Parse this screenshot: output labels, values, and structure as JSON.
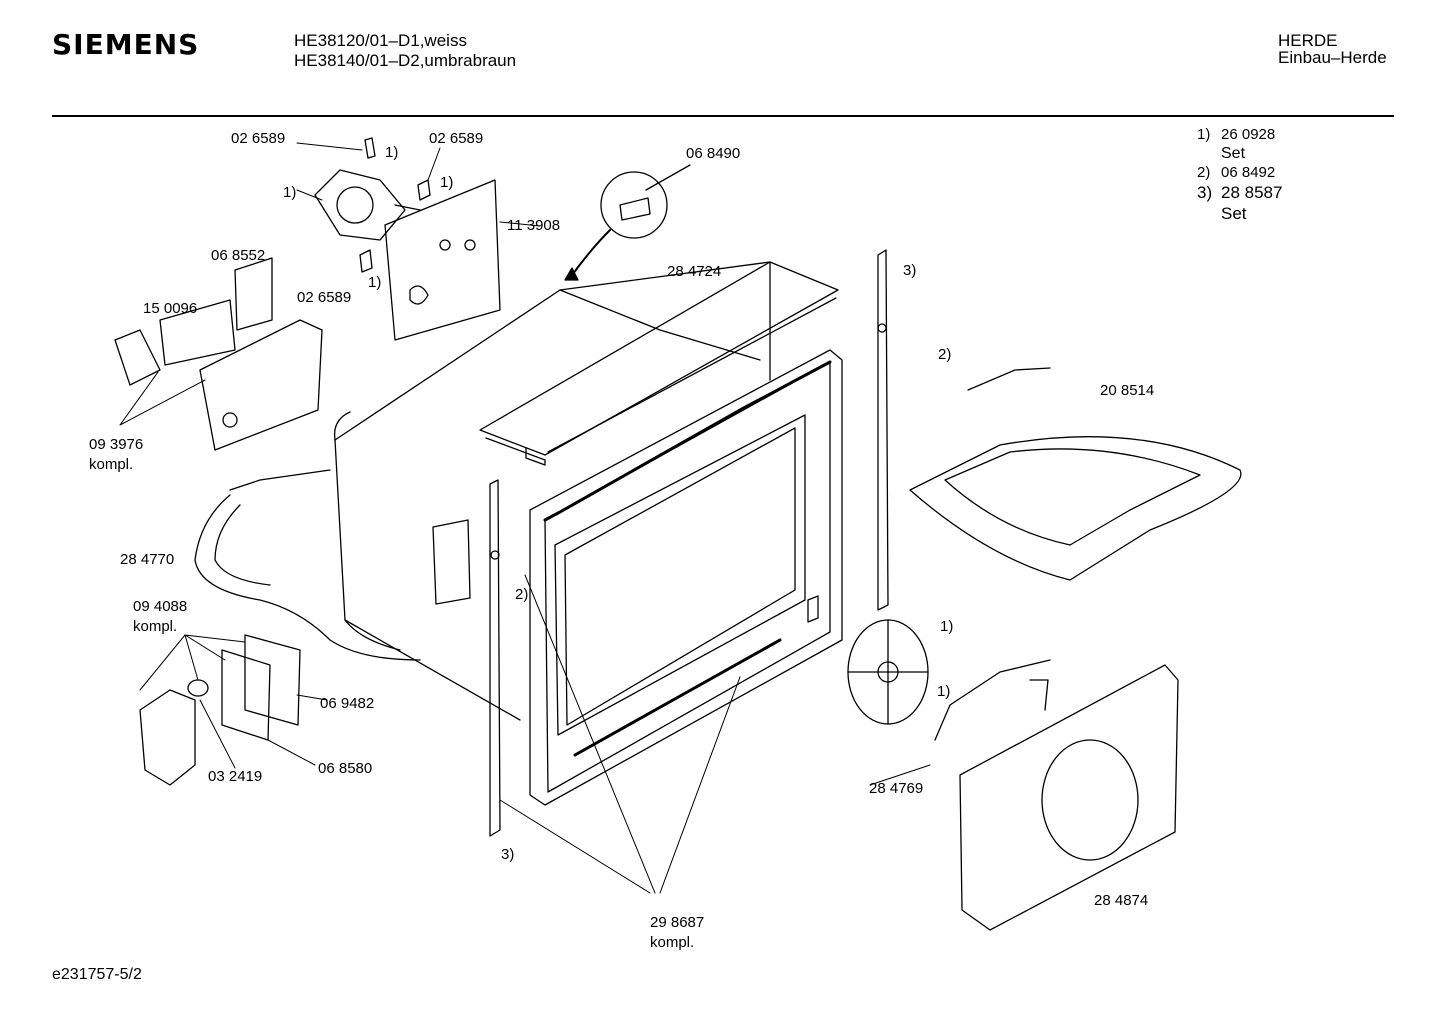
{
  "header": {
    "brand": "SIEMENS",
    "model_lines": [
      "HE38120/01–D1,weiss",
      "HE38140/01–D2,umbrabraun"
    ],
    "category": [
      "HERDE",
      "Einbau–Herde"
    ]
  },
  "legend": [
    {
      "num": "1)",
      "part": "26 0928",
      "sub": "Set"
    },
    {
      "num": "2)",
      "part": "06 8492",
      "sub": ""
    },
    {
      "num": "3)",
      "part": "28 8587",
      "sub": "Set"
    }
  ],
  "labels": {
    "l_026589_a": "02 6589",
    "l_026589_b": "02 6589",
    "l_026589_c": "02 6589",
    "l_068490": "06 8490",
    "l_113908": "11 3908",
    "l_068552": "06 8552",
    "l_150096": "15 0096",
    "l_284724": "28 4724",
    "l_093976": "09 3976",
    "l_093976_k": "kompl.",
    "l_208514": "20 8514",
    "l_284770": "28 4770",
    "l_094088": "09 4088",
    "l_094088_k": "kompl.",
    "l_069482": "06 9482",
    "l_068580": "06 8580",
    "l_032419": "03 2419",
    "l_284769": "28 4769",
    "l_284874": "28 4874",
    "l_298687": "29 8687",
    "l_298687_k": "kompl.",
    "r1_a": "1)",
    "r1_b": "1)",
    "r1_c": "1)",
    "r1_d": "1)",
    "r1_e": "1)",
    "r1_f": "1)",
    "r2_a": "2)",
    "r2_b": "2)",
    "r3_a": "3)",
    "r3_b": "3)"
  },
  "footer": "e231757-5/2"
}
